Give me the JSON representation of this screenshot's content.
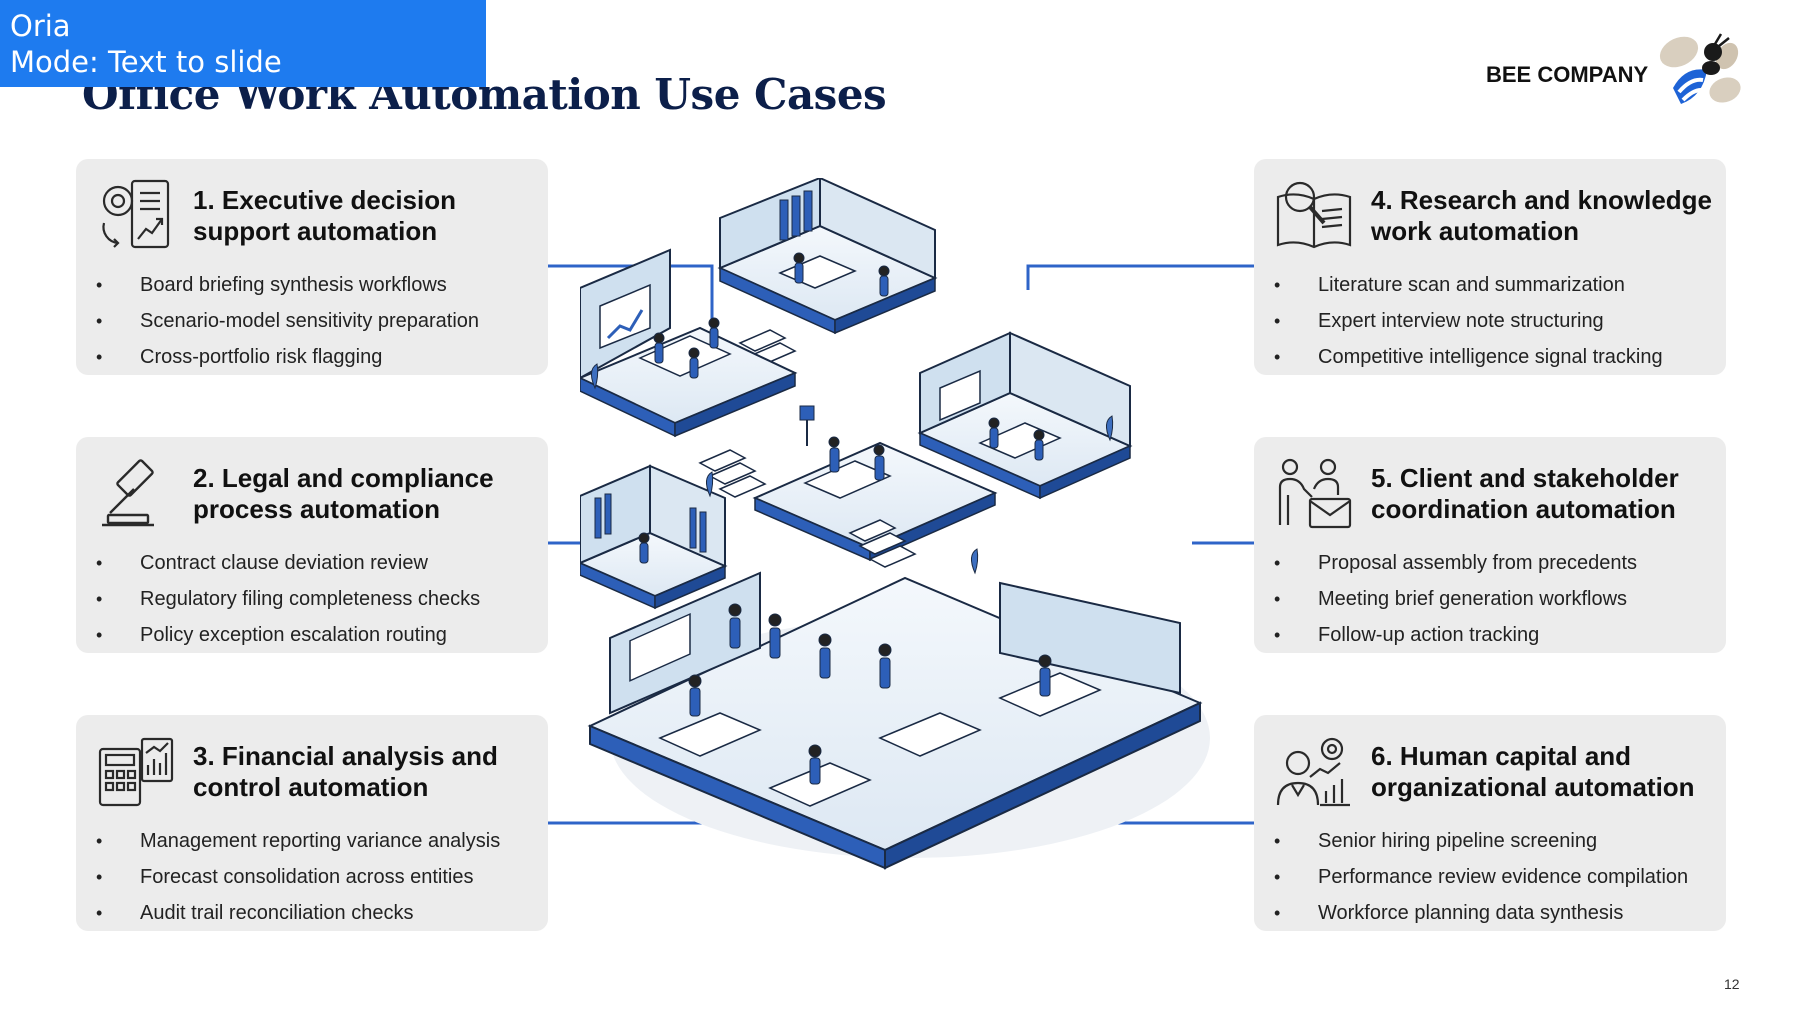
{
  "app": {
    "name": "Oria",
    "mode_label": "Mode: Text to slide"
  },
  "slide": {
    "title": "Office Work Automation Use Cases",
    "brand": "BEE COMPANY",
    "page_number": "12",
    "cards": [
      {
        "title_line1": "1. Executive decision",
        "title_line2": "support automation",
        "icon": "gears-document-chart-icon",
        "bullets": [
          "Board briefing synthesis workflows",
          "Scenario-model sensitivity preparation",
          "Cross-portfolio risk flagging"
        ]
      },
      {
        "title_line1": "2. Legal and compliance",
        "title_line2": "process automation",
        "icon": "gavel-icon",
        "bullets": [
          "Contract clause deviation review",
          "Regulatory filing completeness checks",
          "Policy exception escalation routing"
        ]
      },
      {
        "title_line1": "3. Financial analysis and",
        "title_line2": "control automation",
        "icon": "calculator-chart-icon",
        "bullets": [
          "Management reporting variance analysis",
          "Forecast consolidation across entities",
          "Audit trail reconciliation checks"
        ]
      },
      {
        "title_line1": "4. Research and knowledge",
        "title_line2": "work automation",
        "icon": "magnifier-book-icon",
        "bullets": [
          "Literature scan and summarization",
          "Expert interview note structuring",
          "Competitive intelligence signal tracking"
        ]
      },
      {
        "title_line1": "5. Client and stakeholder",
        "title_line2": "coordination automation",
        "icon": "handshake-envelope-icon",
        "bullets": [
          "Proposal assembly from precedents",
          "Meeting brief generation workflows",
          "Follow-up action tracking"
        ]
      },
      {
        "title_line1": "6. Human capital and",
        "title_line2": "organizational automation",
        "icon": "person-gear-chart-icon",
        "bullets": [
          "Senior hiring pipeline screening",
          "Performance review evidence compilation",
          "Workforce planning data synthesis"
        ]
      }
    ]
  },
  "colors": {
    "title": "#0c1f4a",
    "connector": "#2f64c8",
    "card_bg": "#ececec",
    "banner": "#1e7bef",
    "icon_stroke": "#2a2a2a"
  }
}
